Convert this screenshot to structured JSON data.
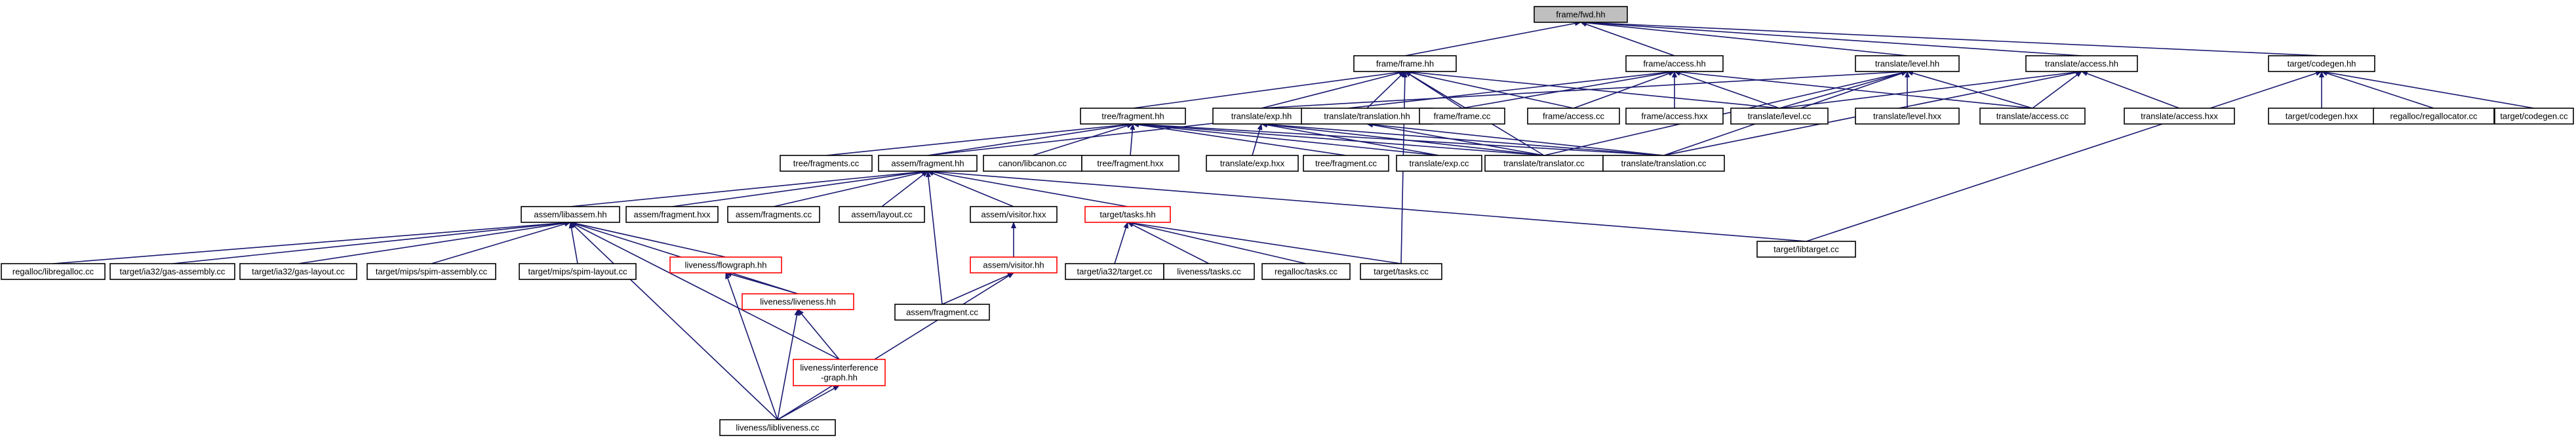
{
  "graph": {
    "title": "frame/fwd.hh",
    "nodes": [
      {
        "id": "root",
        "label": "frame/fwd.hh",
        "style": "root"
      },
      {
        "id": "frame_hh",
        "label": "frame/frame.hh"
      },
      {
        "id": "frame_access_hh",
        "label": "frame/access.hh"
      },
      {
        "id": "tl_level_hh",
        "label": "translate/level.hh"
      },
      {
        "id": "tl_access_hh",
        "label": "translate/access.hh"
      },
      {
        "id": "tc_codegen_hh",
        "label": "target/codegen.hh"
      },
      {
        "id": "tree_fragment_hh",
        "label": "tree/fragment.hh"
      },
      {
        "id": "tl_exp_hh",
        "label": "translate/exp.hh"
      },
      {
        "id": "tl_translation_hh",
        "label": "translate/translation.hh"
      },
      {
        "id": "frame_frame_cc",
        "label": "frame/frame.cc"
      },
      {
        "id": "frame_access_cc",
        "label": "frame/access.cc"
      },
      {
        "id": "frame_access_hxx",
        "label": "frame/access.hxx"
      },
      {
        "id": "tl_level_cc",
        "label": "translate/level.cc"
      },
      {
        "id": "tl_level_hxx",
        "label": "translate/level.hxx"
      },
      {
        "id": "tl_access_cc",
        "label": "translate/access.cc"
      },
      {
        "id": "tl_access_hxx",
        "label": "translate/access.hxx"
      },
      {
        "id": "tc_codegen_hxx",
        "label": "target/codegen.hxx"
      },
      {
        "id": "regalloc_cc",
        "label": "regalloc/regallocator.cc"
      },
      {
        "id": "tc_codegen_cc",
        "label": "target/codegen.cc"
      },
      {
        "id": "tree_fragments_cc",
        "label": "tree/fragments.cc"
      },
      {
        "id": "assem_fragment_hh",
        "label": "assem/fragment.hh"
      },
      {
        "id": "canon_libcanon_cc",
        "label": "canon/libcanon.cc"
      },
      {
        "id": "tree_fragment_hxx",
        "label": "tree/fragment.hxx"
      },
      {
        "id": "tl_exp_hxx",
        "label": "translate/exp.hxx"
      },
      {
        "id": "tree_fragment_cc",
        "label": "tree/fragment.cc"
      },
      {
        "id": "tl_exp_cc",
        "label": "translate/exp.cc"
      },
      {
        "id": "tl_translator_cc",
        "label": "translate/translator.cc"
      },
      {
        "id": "tl_translation_cc",
        "label": "translate/translation.cc"
      },
      {
        "id": "assem_libassem_hh",
        "label": "assem/libassem.hh"
      },
      {
        "id": "assem_fragment_hxx",
        "label": "assem/fragment.hxx"
      },
      {
        "id": "assem_fragments_cc",
        "label": "assem/fragments.cc"
      },
      {
        "id": "assem_layout_cc",
        "label": "assem/layout.cc"
      },
      {
        "id": "assem_visitor_hxx",
        "label": "assem/visitor.hxx"
      },
      {
        "id": "target_tasks_hh",
        "label": "target/tasks.hh",
        "style": "red"
      },
      {
        "id": "target_libtarget_cc",
        "label": "target/libtarget.cc"
      },
      {
        "id": "regalloc_libregalloc_cc",
        "label": "regalloc/libregalloc.cc"
      },
      {
        "id": "ia32_gas_assembly_cc",
        "label": "target/ia32/gas-assembly.cc"
      },
      {
        "id": "ia32_gas_layout_cc",
        "label": "target/ia32/gas-layout.cc"
      },
      {
        "id": "mips_spim_assembly_cc",
        "label": "target/mips/spim-assembly.cc"
      },
      {
        "id": "mips_spim_layout_cc",
        "label": "target/mips/spim-layout.cc"
      },
      {
        "id": "liveness_flowgraph_hh",
        "label": "liveness/flowgraph.hh",
        "style": "red"
      },
      {
        "id": "assem_visitor_hh",
        "label": "assem/visitor.hh",
        "style": "red"
      },
      {
        "id": "ia32_target_cc",
        "label": "target/ia32/target.cc"
      },
      {
        "id": "liveness_tasks_cc",
        "label": "liveness/tasks.cc"
      },
      {
        "id": "regalloc_tasks_cc",
        "label": "regalloc/tasks.cc"
      },
      {
        "id": "target_tasks_cc",
        "label": "target/tasks.cc"
      },
      {
        "id": "liveness_liveness_hh",
        "label": "liveness/liveness.hh",
        "style": "red"
      },
      {
        "id": "assem_fragment_cc",
        "label": "assem/fragment.cc"
      },
      {
        "id": "liveness_interference_hh",
        "label": "liveness/interference\n-graph.hh",
        "style": "red"
      },
      {
        "id": "liveness_libliveness_cc",
        "label": "liveness/libliveness.cc"
      }
    ],
    "edges": [
      [
        "root",
        "frame_hh"
      ],
      [
        "root",
        "frame_access_hh"
      ],
      [
        "root",
        "tl_level_hh"
      ],
      [
        "root",
        "tl_access_hh"
      ],
      [
        "root",
        "tc_codegen_hh"
      ],
      [
        "frame_hh",
        "tree_fragment_hh"
      ],
      [
        "frame_hh",
        "tl_exp_hh"
      ],
      [
        "frame_hh",
        "tl_translation_hh"
      ],
      [
        "frame_hh",
        "frame_frame_cc"
      ],
      [
        "frame_hh",
        "frame_access_cc"
      ],
      [
        "frame_hh",
        "tl_level_cc"
      ],
      [
        "frame_hh",
        "target_tasks_cc"
      ],
      [
        "frame_hh",
        "tl_translator_cc"
      ],
      [
        "frame_access_hh",
        "frame_access_cc"
      ],
      [
        "frame_access_hh",
        "frame_access_hxx"
      ],
      [
        "frame_access_hh",
        "tl_level_cc"
      ],
      [
        "frame_access_hh",
        "tl_access_cc"
      ],
      [
        "frame_access_hh",
        "frame_frame_cc"
      ],
      [
        "frame_access_hh",
        "assem_fragment_hh"
      ],
      [
        "tl_level_hh",
        "tl_level_cc"
      ],
      [
        "tl_level_hh",
        "tl_level_hxx"
      ],
      [
        "tl_level_hh",
        "tl_access_cc"
      ],
      [
        "tl_level_hh",
        "tl_translation_cc"
      ],
      [
        "tl_level_hh",
        "tl_translator_cc"
      ],
      [
        "tl_level_hh",
        "tl_exp_hh"
      ],
      [
        "tl_access_hh",
        "tl_access_cc"
      ],
      [
        "tl_access_hh",
        "tl_access_hxx"
      ],
      [
        "tl_access_hh",
        "tl_level_cc"
      ],
      [
        "tl_access_hh",
        "tl_translation_cc"
      ],
      [
        "tc_codegen_hh",
        "tc_codegen_hxx"
      ],
      [
        "tc_codegen_hh",
        "regalloc_cc"
      ],
      [
        "tc_codegen_hh",
        "tc_codegen_cc"
      ],
      [
        "tc_codegen_hh",
        "target_libtarget_cc"
      ],
      [
        "tree_fragment_hh",
        "tree_fragments_cc"
      ],
      [
        "tree_fragment_hh",
        "assem_fragment_hh"
      ],
      [
        "tree_fragment_hh",
        "canon_libcanon_cc"
      ],
      [
        "tree_fragment_hh",
        "tree_fragment_hxx"
      ],
      [
        "tree_fragment_hh",
        "tree_fragment_cc"
      ],
      [
        "tree_fragment_hh",
        "tl_exp_cc"
      ],
      [
        "tree_fragment_hh",
        "tl_translator_cc"
      ],
      [
        "tree_fragment_hh",
        "tl_translation_cc"
      ],
      [
        "tl_exp_hh",
        "tl_exp_hxx"
      ],
      [
        "tl_exp_hh",
        "tl_exp_cc"
      ],
      [
        "tl_exp_hh",
        "tl_translator_cc"
      ],
      [
        "tl_exp_hh",
        "tl_translation_cc"
      ],
      [
        "tl_translation_hh",
        "tl_translator_cc"
      ],
      [
        "tl_translation_hh",
        "tl_translation_cc"
      ],
      [
        "assem_fragment_hh",
        "assem_libassem_hh"
      ],
      [
        "assem_fragment_hh",
        "assem_fragment_hxx"
      ],
      [
        "assem_fragment_hh",
        "assem_fragments_cc"
      ],
      [
        "assem_fragment_hh",
        "assem_layout_cc"
      ],
      [
        "assem_fragment_hh",
        "assem_visitor_hxx"
      ],
      [
        "assem_fragment_hh",
        "target_tasks_hh"
      ],
      [
        "assem_fragment_hh",
        "target_libtarget_cc"
      ],
      [
        "assem_fragment_hh",
        "assem_fragment_cc"
      ],
      [
        "assem_libassem_hh",
        "regalloc_libregalloc_cc"
      ],
      [
        "assem_libassem_hh",
        "ia32_gas_assembly_cc"
      ],
      [
        "assem_libassem_hh",
        "ia32_gas_layout_cc"
      ],
      [
        "assem_libassem_hh",
        "mips_spim_assembly_cc"
      ],
      [
        "assem_libassem_hh",
        "mips_spim_layout_cc"
      ],
      [
        "assem_libassem_hh",
        "liveness_flowgraph_hh"
      ],
      [
        "assem_libassem_hh",
        "liveness_liveness_hh"
      ],
      [
        "assem_libassem_hh",
        "liveness_interference_hh"
      ],
      [
        "assem_libassem_hh",
        "liveness_libliveness_cc"
      ],
      [
        "assem_visitor_hxx",
        "assem_visitor_hh"
      ],
      [
        "target_tasks_hh",
        "ia32_target_cc"
      ],
      [
        "target_tasks_hh",
        "liveness_tasks_cc"
      ],
      [
        "target_tasks_hh",
        "regalloc_tasks_cc"
      ],
      [
        "target_tasks_hh",
        "target_tasks_cc"
      ],
      [
        "assem_visitor_hh",
        "assem_fragment_cc"
      ],
      [
        "assem_visitor_hh",
        "liveness_libliveness_cc"
      ],
      [
        "liveness_flowgraph_hh",
        "liveness_liveness_hh"
      ],
      [
        "liveness_flowgraph_hh",
        "liveness_libliveness_cc"
      ],
      [
        "liveness_liveness_hh",
        "liveness_interference_hh"
      ],
      [
        "liveness_liveness_hh",
        "liveness_libliveness_cc"
      ],
      [
        "liveness_interference_hh",
        "liveness_libliveness_cc"
      ]
    ]
  }
}
